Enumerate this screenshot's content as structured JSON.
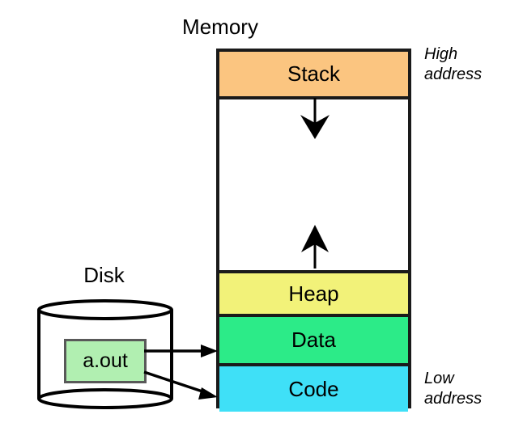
{
  "diagram": {
    "title_memory": "Memory",
    "title_disk": "Disk",
    "annotations": {
      "high_address": "High\naddress",
      "low_address": "Low\naddress"
    },
    "memory_segments": [
      {
        "name": "stack",
        "label": "Stack",
        "color": "#fbc580"
      },
      {
        "name": "gap",
        "label": "",
        "color": "#ffffff"
      },
      {
        "name": "heap",
        "label": "Heap",
        "color": "#f2f279"
      },
      {
        "name": "data",
        "label": "Data",
        "color": "#2ceb88"
      },
      {
        "name": "code",
        "label": "Code",
        "color": "#3fe0f7"
      }
    ],
    "disk": {
      "file_label": "a.out",
      "file_color": "#b1efb1",
      "file_border_color": "#595959"
    },
    "arrows": {
      "stack_growth": "down-arrow",
      "heap_growth": "up-arrow",
      "load_data": "aout-to-data-arrow",
      "load_code": "aout-to-code-arrow"
    },
    "stroke_color": "#1a1a1a"
  }
}
